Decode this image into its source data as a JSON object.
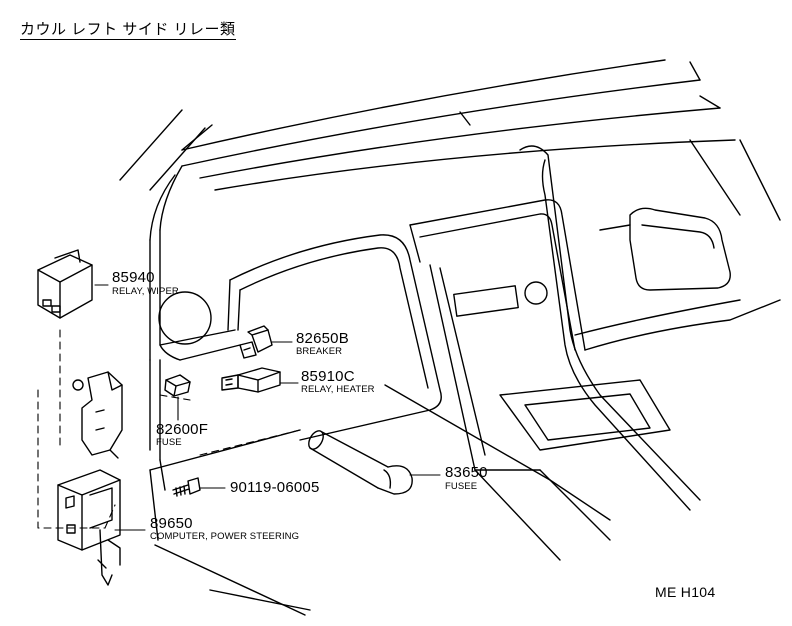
{
  "title": "カウル レフト サイド リレー類",
  "diagram_code": "ME H104",
  "parts": [
    {
      "id": "85940",
      "number": "85940",
      "name": "RELAY, WIPER"
    },
    {
      "id": "82650b",
      "number": "82650B",
      "name": "BREAKER"
    },
    {
      "id": "85910c",
      "number": "85910C",
      "name": "RELAY, HEATER"
    },
    {
      "id": "82600f",
      "number": "82600F",
      "name": "FUSE"
    },
    {
      "id": "83650",
      "number": "83650",
      "name": "FUSEE"
    },
    {
      "id": "90119",
      "number": "90119-06005",
      "name": ""
    },
    {
      "id": "89650",
      "number": "89650",
      "name": "COMPUTER, POWER STEERING"
    }
  ]
}
